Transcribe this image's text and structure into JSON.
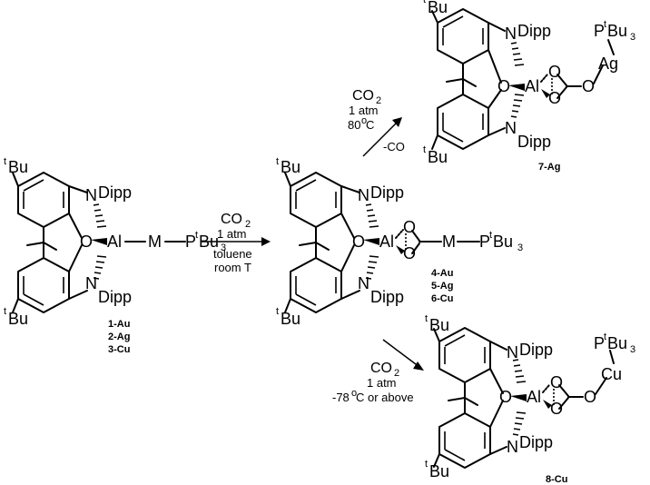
{
  "scheme": {
    "reactant": {
      "tBu_top": "Bu",
      "tBu_bot": "Bu",
      "t": "t",
      "N_top": "N",
      "N_bot": "N",
      "Dipp_top": "Dipp",
      "Dipp_bot": "Dipp",
      "O": "O",
      "Al": "Al",
      "M": "M",
      "P": "P",
      "Bu3": "Bu",
      "three": "3",
      "labels": [
        "1-Au",
        "2-Ag",
        "3-Cu"
      ]
    },
    "arrow_main": {
      "co2": "CO",
      "two": "2",
      "pressure": "1 atm",
      "solvent": "toluene",
      "temp": "room T"
    },
    "intermediate": {
      "tBu": "Bu",
      "t": "t",
      "N": "N",
      "Dipp": "Dipp",
      "O_ring": "O",
      "Al": "Al",
      "O_a": "O",
      "O_b": "O",
      "M": "M",
      "P": "P",
      "Bu": "Bu",
      "three": "3",
      "labels": [
        "4-Au",
        "5-Ag",
        "6-Cu"
      ]
    },
    "arrow_up": {
      "co2": "CO",
      "two": "2",
      "pressure": "1 atm",
      "temp": "80",
      "deg": "o",
      "temp_unit": " C",
      "loss": "-CO"
    },
    "product_ag": {
      "tBu": "Bu",
      "t": "t",
      "N": "N",
      "Dipp": "Dipp",
      "O_ring": "O",
      "Al": "Al",
      "O_a": "O",
      "O_b": "O",
      "O_c": "O",
      "metal": "Ag",
      "P": "P",
      "Bu": "Bu",
      "three": "3",
      "label": "7-Ag"
    },
    "arrow_down": {
      "co2": "CO",
      "two": "2",
      "pressure": "1 atm",
      "temp": "-78",
      "deg": "o",
      "temp_unit": " C or above"
    },
    "product_cu": {
      "tBu": "Bu",
      "t": "t",
      "N": "N",
      "Dipp": "Dipp",
      "O_ring": "O",
      "Al": "Al",
      "O_a": "O",
      "O_b": "O",
      "O_c": "O",
      "metal": "Cu",
      "P": "P",
      "Bu": "Bu",
      "three": "3",
      "label": "8-Cu"
    }
  }
}
